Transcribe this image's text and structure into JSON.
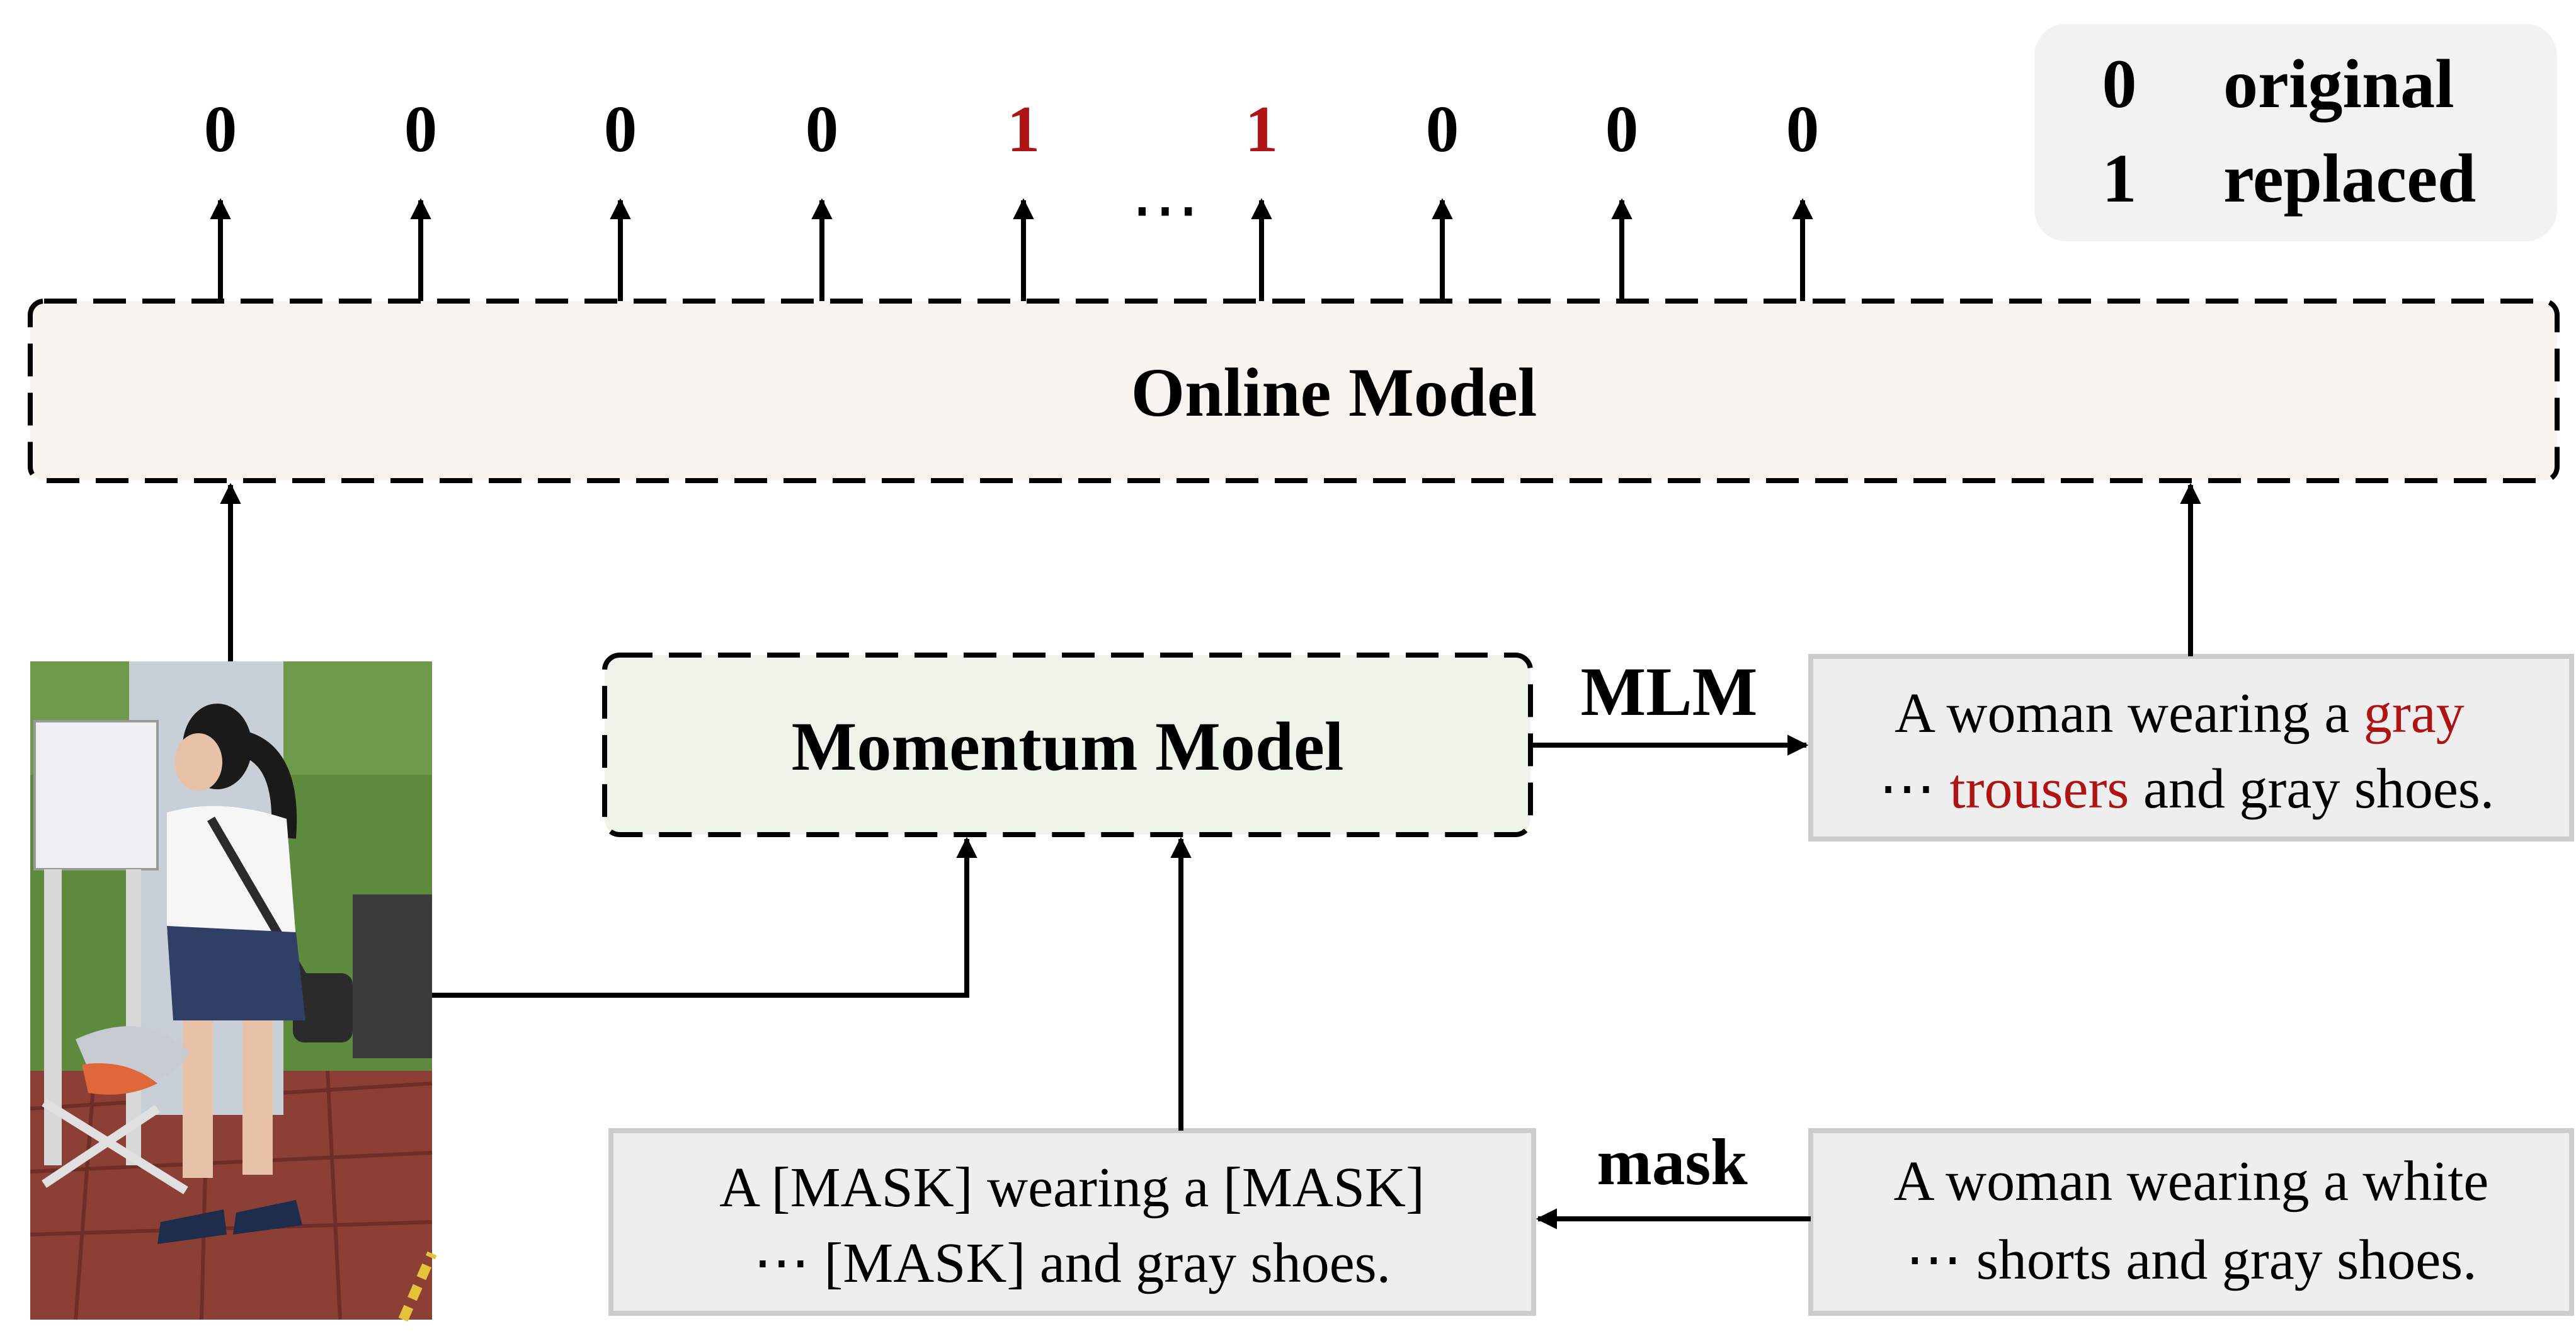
{
  "legend": {
    "rows": [
      {
        "symbol": "0",
        "meaning": "original"
      },
      {
        "symbol": "1",
        "meaning": "replaced"
      }
    ]
  },
  "outputs": {
    "tokens": [
      "0",
      "0",
      "0",
      "0",
      "1",
      "1",
      "0",
      "0",
      "0"
    ],
    "ellipsis": "⋯",
    "colors": {
      "original": "#000000",
      "replaced": "#b01313"
    }
  },
  "online_model": {
    "label": "Online Model",
    "fill": "#f8f4f0"
  },
  "momentum_model": {
    "label": "Momentum Model",
    "fill": "#eef4ea"
  },
  "edges": {
    "mlm_label": "MLM",
    "mask_label": "mask"
  },
  "texts": {
    "masked_input": {
      "line1": "A [MASK] wearing a [MASK]",
      "line2": "⋯ [MASK] and gray shoes."
    },
    "original_input": {
      "line1": "A woman wearing a white",
      "line2": "⋯ shorts and gray shoes."
    },
    "generated": {
      "line1_prefix": "A woman wearing a ",
      "line1_replaced": "gray",
      "line2_prefix": "⋯ ",
      "line2_replaced": "trousers",
      "line2_suffix": " and gray shoes."
    }
  },
  "image": {
    "icon": "person-photo"
  }
}
